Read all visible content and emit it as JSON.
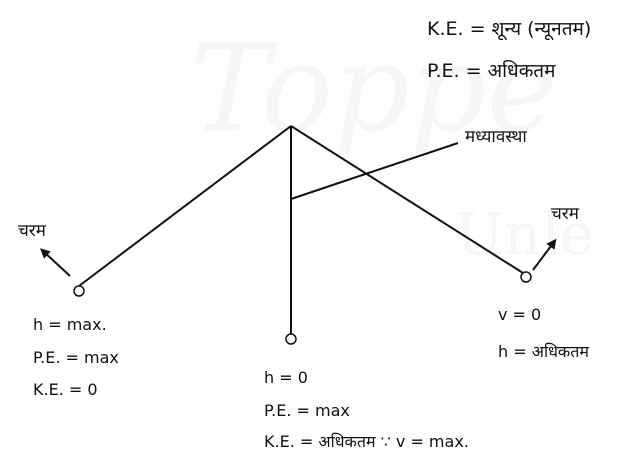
{
  "top_right": {
    "ke_line": "K.E. = शून्य (न्यूनतम)",
    "pe_line": "P.E. = अधिकतम"
  },
  "labels": {
    "mean_position": "मध्यावस्था",
    "extreme_left": "चरम",
    "extreme_right": "चरम"
  },
  "left_bob": {
    "lines": [
      "h = max.",
      "P.E. = max",
      "K.E. = 0"
    ]
  },
  "center_bob": {
    "lines": [
      "h = 0",
      "P.E. = max",
      "K.E. = अधिकतम  ∵ v = max."
    ]
  },
  "right_bob": {
    "lines": [
      "v = 0",
      "h = अधिकतम"
    ]
  },
  "watermark": "Toppers Unleashed"
}
